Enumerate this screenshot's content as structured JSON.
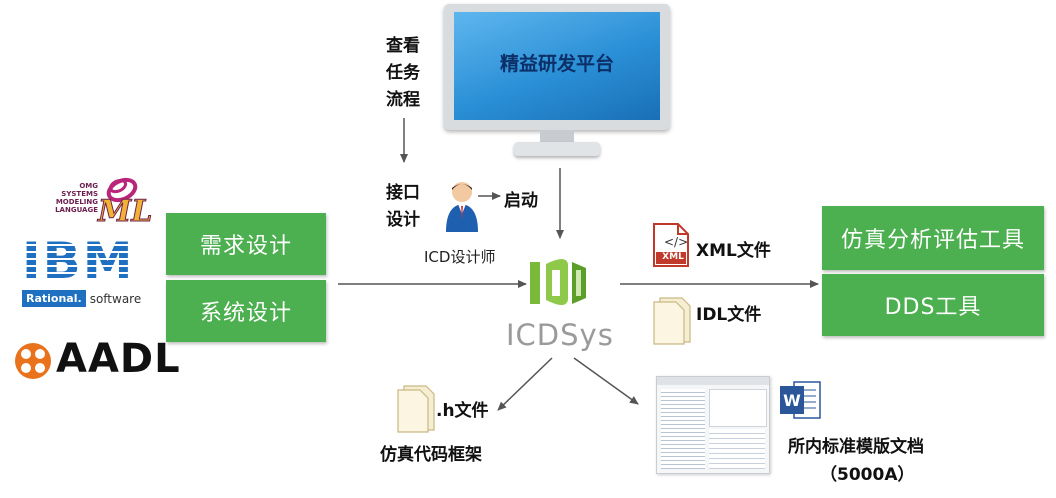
{
  "left_logos": {
    "sysml_lines": [
      "OMG",
      "SYSTEMS",
      "MODELING",
      "LANGUAGE"
    ],
    "sysml_mark": "ML",
    "ibm": "IBM",
    "rational": "Rational.",
    "software": "software",
    "aadl": "AADL"
  },
  "left_boxes": [
    "需求设计",
    "系统设计"
  ],
  "monitor": {
    "screen_label": "精益研发平台"
  },
  "task_flow": {
    "lines": [
      "查看",
      "任务",
      "流程"
    ]
  },
  "interface_design": {
    "lines": [
      "接口",
      "设计"
    ],
    "start_label": "启动",
    "role_label": "ICD设计师"
  },
  "center": {
    "label": "ICDSys"
  },
  "outputs_right": {
    "xml_badge": "XML",
    "xml_label": "XML文件",
    "idl_label": "IDL文件"
  },
  "right_boxes": [
    "仿真分析评估工具",
    "DDS工具"
  ],
  "bottom_left": {
    "file_label": ".h文件",
    "caption": "仿真代码框架"
  },
  "bottom_right": {
    "caption_line1": "所内标准模版文档",
    "caption_line2": "（5000A）",
    "word_letter": "W"
  },
  "colors": {
    "green": "#4caf50",
    "icd_green": "#7ab93a",
    "monitor_blue": "#2a8fd6",
    "ibm_blue": "#1f70c1"
  }
}
